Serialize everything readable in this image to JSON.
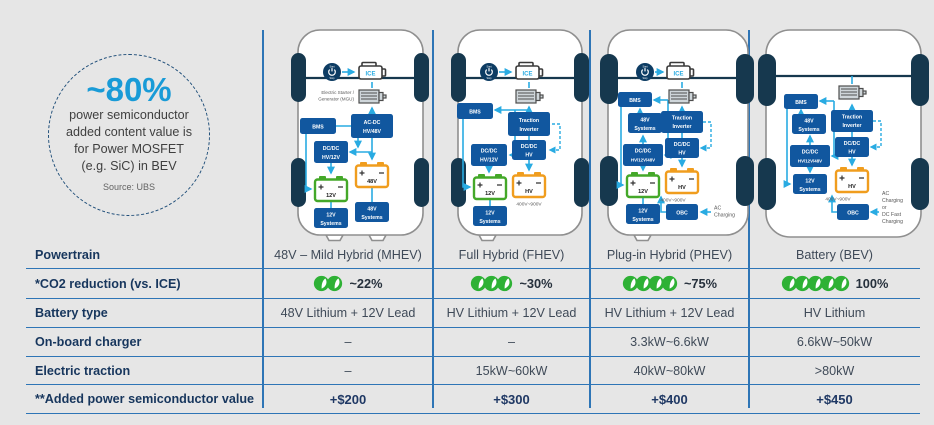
{
  "colors": {
    "accent": "#29abe2",
    "boxblue": "#11579f",
    "navy": "#16384e",
    "lineblue": "#2e75b6",
    "labnavy": "#17365d",
    "green": "#44a829",
    "orange": "#f09d1e",
    "leafgreen": "#2eb135",
    "brightblue": "#199bd7",
    "navyline": "#1f4e79"
  },
  "bubble": {
    "headline": "~80%",
    "line1": "power semiconductor",
    "line2": "added content value is",
    "line3": "for Power MOSFET",
    "line4": "(e.g. SiC) in BEV",
    "source": "Source: UBS"
  },
  "cars": {
    "mhev": {
      "ice": "ICE",
      "start": "Start",
      "stop": "Stop",
      "mgu_l1": "Electric Starter /",
      "mgu_l2": "Generator (MGU)",
      "bms": "BMS",
      "acdc_l1": "AC-DC",
      "acdc_l2": "HV/48V",
      "dcdc_l1": "DC/DC",
      "dcdc_l2": "HV/12V",
      "bat12": "12V",
      "bat48": "48V",
      "sys12_l1": "12V",
      "sys12_l2": "Systems",
      "sys48_l1": "48V",
      "sys48_l2": "Systems"
    },
    "fhev": {
      "ice": "ICE",
      "start": "Start",
      "stop": "Stop",
      "bms": "BMS",
      "inv_l1": "Traction",
      "inv_l2": "Inverter",
      "dcdchv_l1": "DC/DC",
      "dcdchv_l2": "HV",
      "dcdc_l1": "DC/DC",
      "dcdc_l2": "HV/12V",
      "bat12": "12V",
      "bathv": "HV",
      "range": "400V~900V",
      "sys12_l1": "12V",
      "sys12_l2": "Systems"
    },
    "phev": {
      "ice": "ICE",
      "start": "Start",
      "stop": "Stop",
      "bms": "BMS",
      "inv_l1": "Traction",
      "inv_l2": "Inverter",
      "dcdchv_l1": "DC/DC",
      "dcdchv_l2": "HV",
      "dcdc_l1": "DC/DC",
      "dcdc_l2": "HV/12V/48V",
      "bat12": "12V",
      "bathv": "HV",
      "range": "400V~900V",
      "sys12_l1": "12V",
      "sys12_l2": "Systems",
      "sys48_l1": "48V",
      "sys48_l2": "Systems",
      "obc": "OBC",
      "chg_l1": "AC",
      "chg_l2": "Charging"
    },
    "bev": {
      "bms": "BMS",
      "inv_l1": "Traction",
      "inv_l2": "Inverter",
      "dcdchv_l1": "DC/DC",
      "dcdchv_l2": "HV",
      "dcdc_l1": "DC/DC",
      "dcdc_l2": "HV/12V/48V",
      "bathv": "HV",
      "range": "400V~900V",
      "sys12_l1": "12V",
      "sys12_l2": "Systems",
      "sys48_l1": "48V",
      "sys48_l2": "Systems",
      "obc": "OBC",
      "chg_l1": "AC",
      "chg_l2": "Charging",
      "chg_l3": "or",
      "chg_l4": "DC Fast",
      "chg_l5": "Charging"
    }
  },
  "table": {
    "row_labels": [
      "Powertrain",
      "*CO2 reduction (vs. ICE)",
      "Battery type",
      "On-board charger",
      "Electric traction",
      "**Added power semiconductor value"
    ],
    "columns": [
      {
        "powertrain": "48V – Mild Hybrid (MHEV)",
        "co2_leaves": 2,
        "co2": "~22%",
        "battery": "48V Lithium + 12V Lead",
        "charger": "–",
        "traction": "–",
        "value": "+$200"
      },
      {
        "powertrain": "Full Hybrid (FHEV)",
        "co2_leaves": 3,
        "co2": "~30%",
        "battery": "HV Lithium + 12V Lead",
        "charger": "–",
        "traction": "15kW~60kW",
        "value": "+$300"
      },
      {
        "powertrain": "Plug-in Hybrid (PHEV)",
        "co2_leaves": 4,
        "co2": "~75%",
        "battery": "HV Lithium + 12V Lead",
        "charger": "3.3kW~6.6kW",
        "traction": "40kW~80kW",
        "value": "+$400"
      },
      {
        "powertrain": "Battery (BEV)",
        "co2_leaves": 5,
        "co2": "100%",
        "battery": "HV Lithium",
        "charger": "6.6kW~50kW",
        "traction": ">80kW",
        "value": "+$450"
      }
    ]
  }
}
